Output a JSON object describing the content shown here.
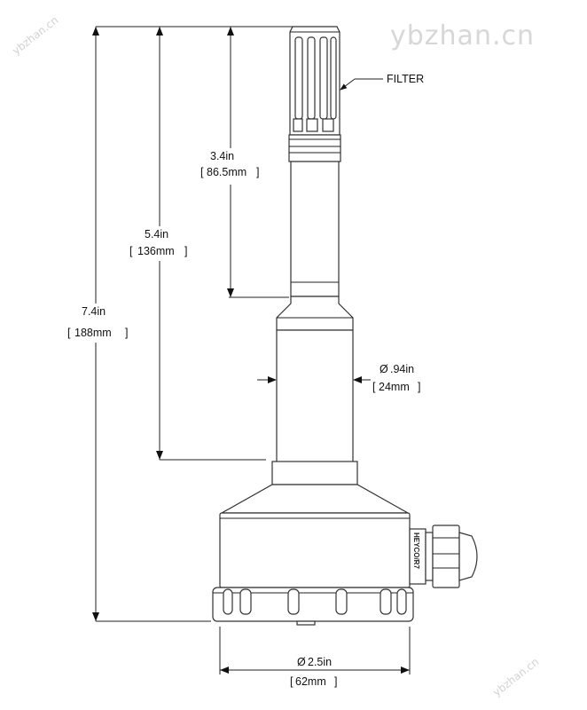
{
  "watermark": {
    "main": "ybzhan.cn",
    "corner_left": "ybzhan.cn",
    "corner_right": "ybzhan.cn"
  },
  "labels": {
    "filter": "FILTER",
    "gland_brand": "HEYCO/R7"
  },
  "dimensions": {
    "filter_len": {
      "inch": "3.4in",
      "mm": "86.5mm"
    },
    "tube_len": {
      "inch": "5.4in",
      "mm": "136mm"
    },
    "total_len": {
      "inch": "7.4in",
      "mm": "188mm"
    },
    "tube_dia": {
      "symbol": "Ø",
      "inch": ".94in",
      "mm": "24mm"
    },
    "base_dia": {
      "symbol": "Ø",
      "inch": "2.5in",
      "mm": "62mm"
    }
  },
  "colors": {
    "line": "#222222",
    "watermark": "#d7d7d7"
  }
}
